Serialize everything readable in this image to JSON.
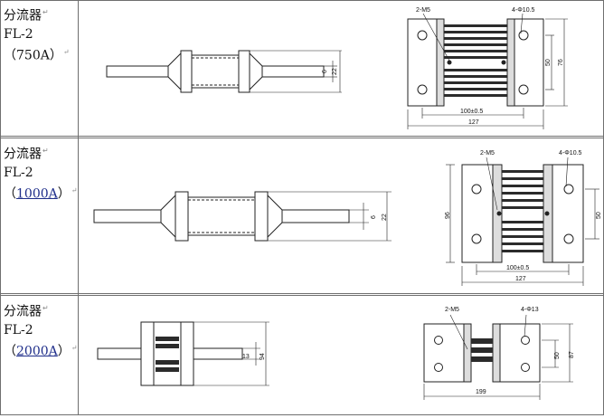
{
  "rows": [
    {
      "name": "分流器",
      "model": "FL-2",
      "rating": "750A",
      "rating_is_link": false,
      "drawing": {
        "side": {
          "d1": "6",
          "d2": "22"
        },
        "plan": {
          "thread": "2-M5",
          "hole": "4-Φ10.5",
          "pitch": "50",
          "height": "76",
          "inner": "100±0.5",
          "overall": "127"
        }
      }
    },
    {
      "name": "分流器",
      "model": "FL-2",
      "rating": "1000A",
      "rating_is_link": true,
      "drawing": {
        "side": {
          "d1": "6",
          "d2": "22"
        },
        "plan": {
          "thread": "2-M5",
          "hole": "4-Φ10.5",
          "pitch": "50",
          "height": "96",
          "inner": "100±0.5",
          "overall": "127"
        }
      }
    },
    {
      "name": "分流器",
      "model": "FL-2",
      "rating": "2000A",
      "rating_is_link": true,
      "drawing": {
        "side": {
          "d1": "13",
          "d2": "94"
        },
        "plan": {
          "thread": "2-M5",
          "hole": "4-Φ13",
          "pitch": "50",
          "height": "87",
          "overall": "199"
        }
      }
    }
  ],
  "paragraph_mark": "↵",
  "colors": {
    "grid": "#6f6f6f",
    "link": "#1f2e8a",
    "part_fill": "#ffffff",
    "dark": "#2b2b2b"
  }
}
